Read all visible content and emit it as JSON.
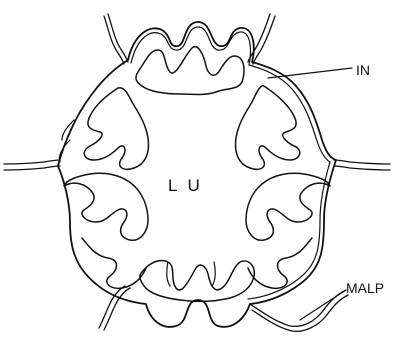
{
  "figure": {
    "labels": {
      "lumen": "L U",
      "intestine": "IN",
      "malpighian": "MALP"
    },
    "ink_color": "#111111",
    "background_color": "#ffffff"
  }
}
